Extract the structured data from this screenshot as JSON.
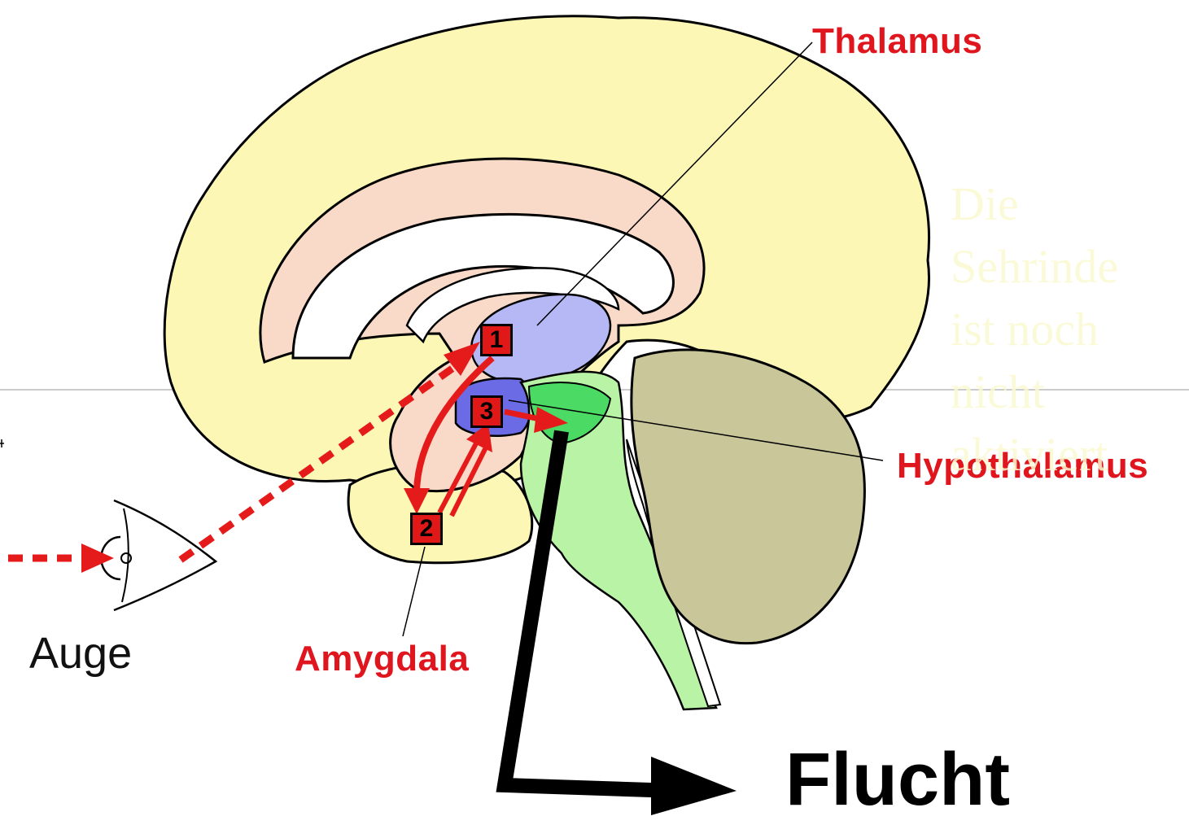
{
  "labels": {
    "thalamus": "Thalamus",
    "hypothalamus": "Hypothalamus",
    "amygdala": "Amygdala",
    "auge": "Auge",
    "flucht": "Flucht"
  },
  "steps": [
    "1",
    "2",
    "3"
  ],
  "overlay_text": "Die Sehrinde ist noch nicht aktiviert",
  "colors": {
    "label_red": "#e0161e",
    "cortex": "#fdf7b6",
    "limbic": "#f9d9c7",
    "thalamus": "#b5b8f5",
    "hypothalamus": "#6c6be6",
    "brainstem": "#b9f3a6",
    "brainstem_dark": "#4bdb65",
    "cerebellum": "#c9c69a",
    "arrow_red": "#e51b1b"
  }
}
